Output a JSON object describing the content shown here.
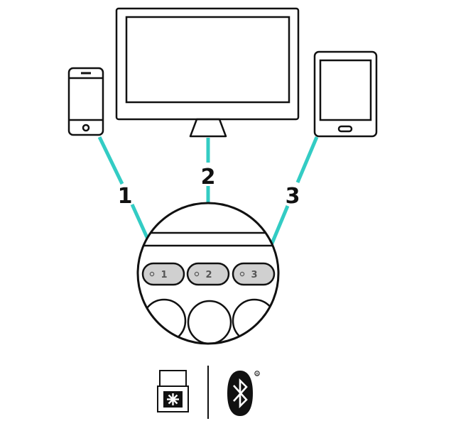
{
  "devices": {
    "phone": {
      "icon": "smartphone-icon"
    },
    "monitor": {
      "icon": "monitor-icon"
    },
    "tablet": {
      "icon": "tablet-icon"
    }
  },
  "channels": [
    {
      "label": "1",
      "key_label": "1"
    },
    {
      "label": "2",
      "key_label": "2"
    },
    {
      "label": "3",
      "key_label": "3"
    }
  ],
  "connectivity": {
    "receiver_icon": "usb-receiver-icon",
    "bluetooth_icon": "bluetooth-icon",
    "registered_mark": "®"
  },
  "colors": {
    "connector": "#33ccc4",
    "outline": "#111111",
    "key_fill": "#d0d0d0"
  }
}
